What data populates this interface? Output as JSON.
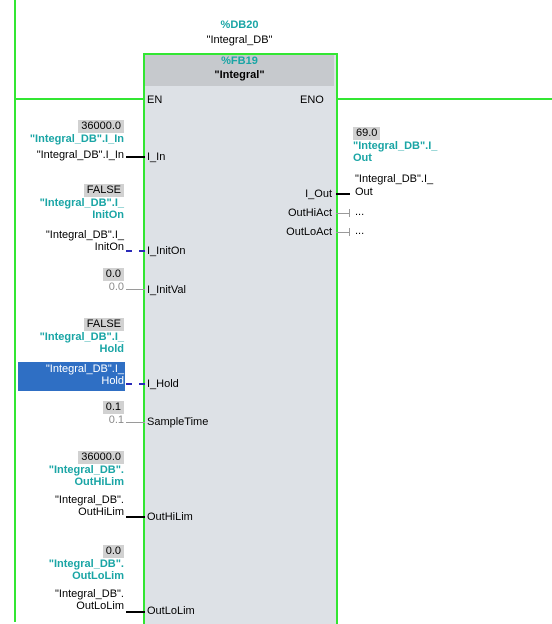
{
  "instance": {
    "db": "%DB20",
    "db_name": "\"Integral_DB\""
  },
  "block": {
    "number": "%FB19",
    "name": "\"Integral\""
  },
  "en": "EN",
  "eno": "ENO",
  "inputs": [
    {
      "pin": "I_In",
      "value": "36000.0",
      "tag1": "\"Integral_DB\".I_In",
      "tag2": "\"Integral_DB\".I_In"
    },
    {
      "pin": "I_InitOn",
      "value": "FALSE",
      "tag1a": "\"Integral_DB\".I_",
      "tag1b": "InitOn",
      "tag2a": "\"Integral_DB\".I_",
      "tag2b": "InitOn"
    },
    {
      "pin": "I_InitVal",
      "value": "0.0",
      "const": "0.0"
    },
    {
      "pin": "I_Hold",
      "value": "FALSE",
      "tag1a": "\"Integral_DB\".I_",
      "tag1b": "Hold",
      "tag2a": "\"Integral_DB\".I_",
      "tag2b": "Hold"
    },
    {
      "pin": "SampleTime",
      "value": "0.1",
      "const": "0.1"
    },
    {
      "pin": "OutHiLim",
      "value": "36000.0",
      "tag1a": "\"Integral_DB\".",
      "tag1b": "OutHiLim",
      "tag2a": "\"Integral_DB\".",
      "tag2b": "OutHiLim"
    },
    {
      "pin": "OutLoLim",
      "value": "0.0",
      "tag1a": "\"Integral_DB\".",
      "tag1b": "OutLoLim",
      "tag2a": "\"Integral_DB\".",
      "tag2b": "OutLoLim"
    }
  ],
  "outputs": [
    {
      "pin": "I_Out",
      "value": "69.0",
      "tag1a": "\"Integral_DB\".I_",
      "tag1b": "Out",
      "tag2a": "\"Integral_DB\".I_",
      "tag2b": "Out"
    },
    {
      "pin": "OutHiAct",
      "placeholder": "..."
    },
    {
      "pin": "OutLoAct",
      "placeholder": "..."
    }
  ],
  "colors": {
    "rail": "#32e632",
    "block": "#dde1e6",
    "header": "#c6c9cd",
    "teal": "#1aa5a5",
    "selection": "#2f6fc4"
  }
}
